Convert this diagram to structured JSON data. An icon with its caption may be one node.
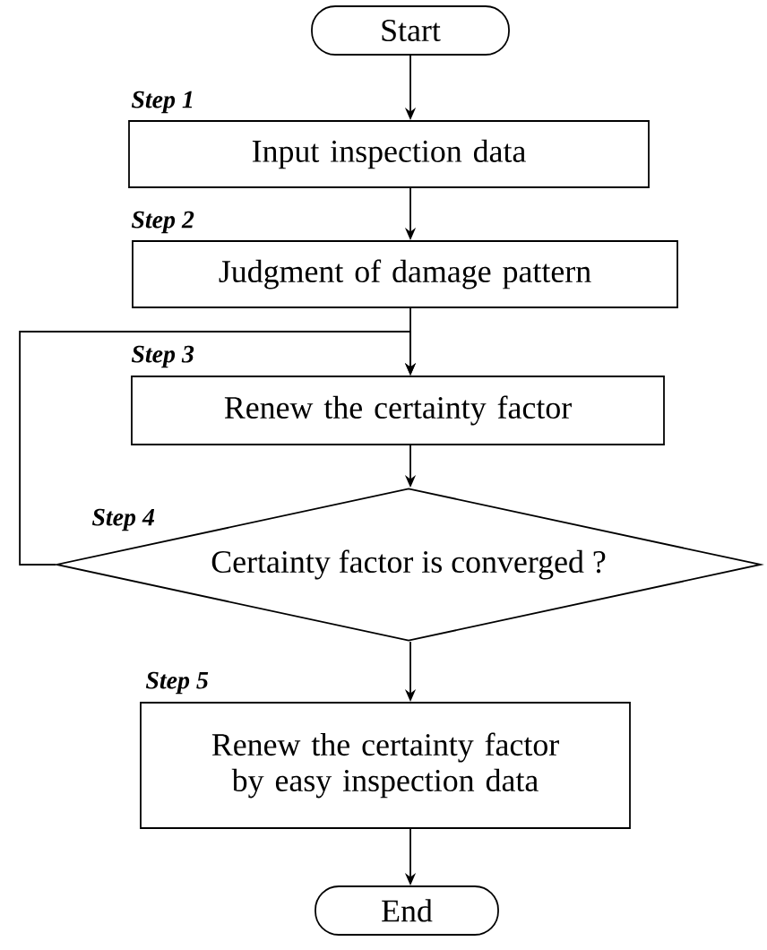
{
  "diagram": {
    "nodes": [
      {
        "text": [
          "Start"
        ]
      },
      {
        "text": [
          "Input inspection data"
        ],
        "beside": [
          "Step 1"
        ]
      },
      {
        "text": [
          "Judgment of damage pattern"
        ],
        "beside": [
          "Step 2"
        ]
      },
      {
        "text": [
          "Renew the certainty factor"
        ],
        "beside": [
          "Step 3"
        ]
      },
      {
        "text": [
          "Certainty factor is converged ?"
        ],
        "beside": [
          "Step 4"
        ]
      },
      {
        "text": [
          "Renew the certainty factor by easy inspection data"
        ],
        "beside": [
          "Step 5"
        ]
      },
      {
        "text": [
          "End"
        ]
      }
    ],
    "edges": [
      {
        "from": 0,
        "to": 1,
        "arrow": "to"
      },
      {
        "from": 1,
        "to": 2,
        "arrow": "to"
      },
      {
        "from": 2,
        "to": 3,
        "arrow": "to"
      },
      {
        "from": 3,
        "to": 4,
        "arrow": "to"
      },
      {
        "from": 4,
        "to": 3,
        "arrow": "to"
      },
      {
        "from": 4,
        "to": 5,
        "arrow": "to"
      },
      {
        "from": 5,
        "to": 6,
        "arrow": "to"
      }
    ]
  }
}
